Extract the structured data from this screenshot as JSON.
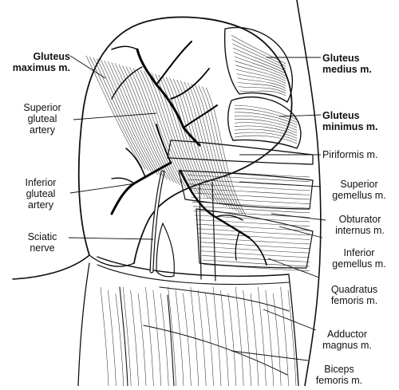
{
  "colors": {
    "ink": "#111111",
    "artery": "#000000",
    "background": "#ffffff"
  },
  "labels": {
    "gluteus_maximus": [
      "Gluteus",
      "maximus m."
    ],
    "superior_gluteal_artery": [
      "Superior",
      "gluteal",
      "artery"
    ],
    "inferior_gluteal_artery": [
      "Inferior",
      "gluteal",
      "artery"
    ],
    "sciatic_nerve": [
      "Sciatic",
      "nerve"
    ],
    "gluteus_medius": [
      "Gluteus",
      "medius m."
    ],
    "gluteus_minimus": [
      "Gluteus",
      "minimus m."
    ],
    "piriformis": [
      "Piriformis m."
    ],
    "superior_gemellus": [
      "Superior",
      "gemellus m."
    ],
    "obturator_internus": [
      "Obturator",
      "internus m."
    ],
    "inferior_gemellus": [
      "Inferior",
      "gemellus m."
    ],
    "quadratus_femoris": [
      "Quadratus",
      "femoris m."
    ],
    "adductor_magnus": [
      "Adductor",
      "magnus m."
    ],
    "biceps_femoris": [
      "Biceps",
      "femoris m."
    ]
  }
}
